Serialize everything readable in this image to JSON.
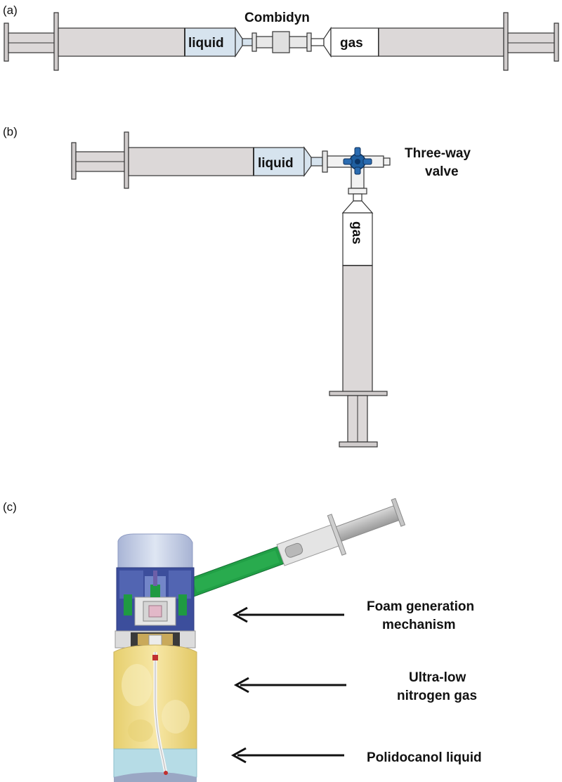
{
  "panels": [
    {
      "id": "a",
      "label": "(a)"
    },
    {
      "id": "b",
      "label": "(b)"
    },
    {
      "id": "c",
      "label": "(c)"
    }
  ],
  "panel_a": {
    "connector_label": "Combidyn",
    "liquid_label": "liquid",
    "gas_label": "gas"
  },
  "panel_b": {
    "liquid_label": "liquid",
    "gas_label": "gas",
    "valve_label_line1": "Three-way",
    "valve_label_line2": "valve"
  },
  "panel_c": {
    "annotations": [
      {
        "line1": "Foam generation",
        "line2": "mechanism"
      },
      {
        "line1": "Ultra-low",
        "line2": "nitrogen gas"
      },
      {
        "line1": "Polidocanol liquid",
        "line2": ""
      }
    ]
  },
  "colors": {
    "barrel_fill": "#dcd8d8",
    "liquid_fill": "#d6e3ee",
    "valve_blue": "#1f5fa0",
    "canister_blue": "#5b6fb5",
    "green": "#22a447",
    "yellow": "#f2dc86",
    "water_blue": "#b6dce6"
  }
}
